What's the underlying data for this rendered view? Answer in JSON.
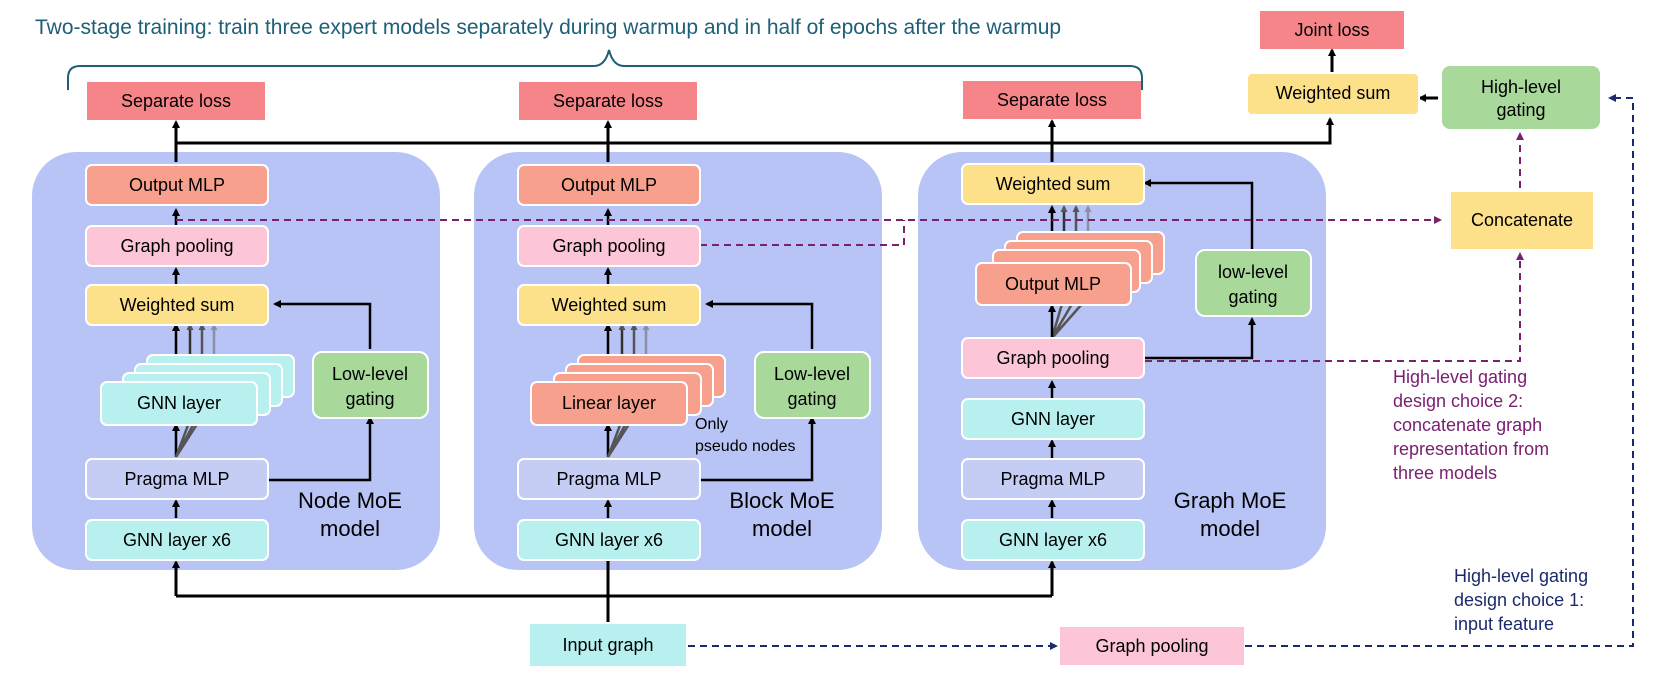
{
  "header": {
    "title": "Two-stage training: train three expert models separately during warmup and in half of epochs after the warmup"
  },
  "top": {
    "joint_loss": "Joint loss",
    "weighted_sum": "Weighted sum",
    "high_level_gating": [
      "High-level",
      "gating"
    ],
    "concatenate": "Concatenate"
  },
  "node_model": {
    "separate_loss": "Separate loss",
    "output_mlp": "Output MLP",
    "graph_pooling": "Graph pooling",
    "weighted_sum": "Weighted sum",
    "expert_layer": "GNN layer",
    "low_level_gating": [
      "Low-level",
      "gating"
    ],
    "pragma_mlp": "Pragma MLP",
    "gnn_x6": "GNN layer x6",
    "model_name": [
      "Node MoE",
      "model"
    ]
  },
  "block_model": {
    "separate_loss": "Separate loss",
    "output_mlp": "Output MLP",
    "graph_pooling": "Graph pooling",
    "weighted_sum": "Weighted sum",
    "expert_layer": "Linear layer",
    "low_level_gating": [
      "Low-level",
      "gating"
    ],
    "pragma_mlp": "Pragma MLP",
    "gnn_x6": "GNN layer x6",
    "model_name": [
      "Block MoE",
      "model"
    ],
    "note": [
      "Only",
      "pseudo nodes"
    ]
  },
  "graph_model": {
    "separate_loss": "Separate loss",
    "weighted_sum": "Weighted sum",
    "expert_layer": "Output MLP",
    "low_level_gating": [
      "low-level",
      "gating"
    ],
    "graph_pooling": "Graph pooling",
    "gnn_layer": "GNN layer",
    "pragma_mlp": "Pragma MLP",
    "gnn_x6": "GNN layer x6",
    "model_name": [
      "Graph MoE",
      "model"
    ]
  },
  "bottom": {
    "input_graph": "Input graph",
    "graph_pooling": "Graph pooling"
  },
  "annotations": {
    "choice2": [
      "High-level gating",
      "design choice 2:",
      "concatenate graph",
      "representation from",
      "three models"
    ],
    "choice1": [
      "High-level gating",
      "design choice 1:",
      "input feature"
    ]
  },
  "colors": {
    "panel": "#b8c4f5",
    "loss": "#f6858a",
    "mlp": "#f8a08e",
    "pooling": "#fcc6d8",
    "weighted": "#fde08a",
    "gnn": "#b8f0f0",
    "pragma": "#c5cdf5",
    "gating": "#a8d89a",
    "title": "#1e5f78",
    "purple": "#7a2070",
    "navy": "#1a2a6c"
  }
}
